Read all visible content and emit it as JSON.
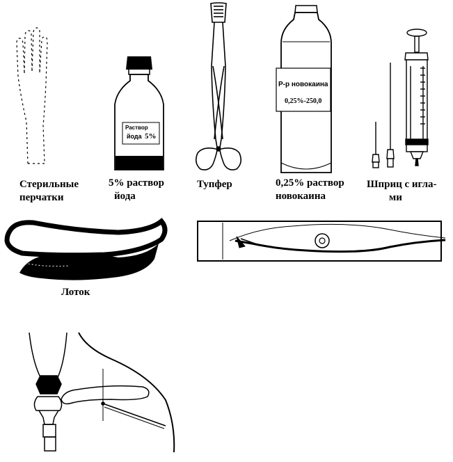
{
  "items": {
    "gloves": {
      "line1": "Стерильные",
      "line2": "перчатки"
    },
    "iodine": {
      "line1": "5% раствор",
      "line2": "йода",
      "bottle_label_1": "Раствор",
      "bottle_label_2": "йода",
      "bottle_label_3": "5%"
    },
    "forceps": {
      "line1": "Тупфер"
    },
    "novocaine": {
      "line1": "0,25% раствор",
      "line2": "новокаина",
      "bottle_label_1": "Р-р новокаина",
      "bottle_label_2": "0,25%-250,0"
    },
    "syringe": {
      "line1": "Шприц с игла-",
      "line2": "ми"
    },
    "tray": {
      "line1": "Лоток"
    }
  },
  "colors": {
    "ink": "#000000",
    "paper": "#ffffff"
  }
}
